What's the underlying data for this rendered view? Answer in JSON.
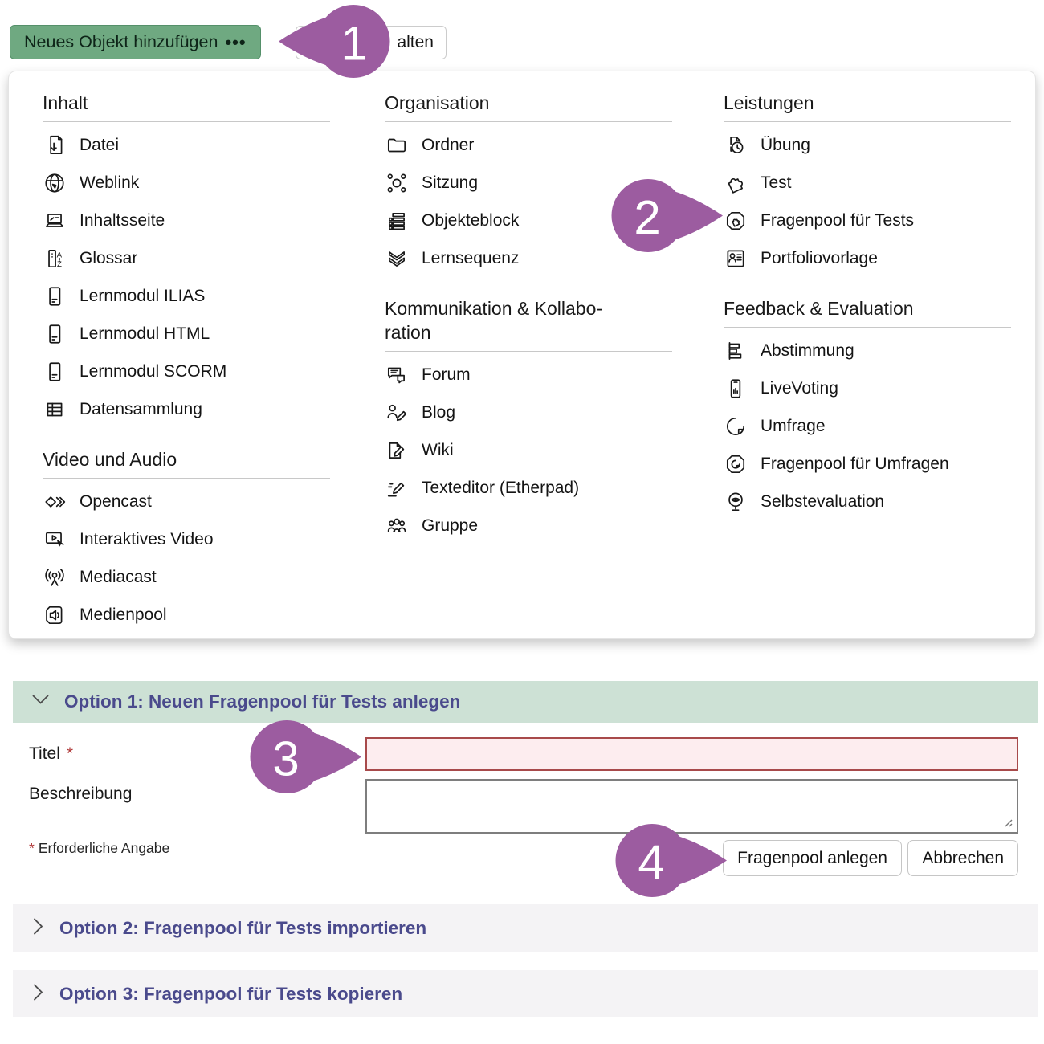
{
  "toolbar": {
    "add_object_label": "Neues Objekt hinzufügen",
    "add_object_dots": "•••",
    "secondary_button_visible_label": "alten"
  },
  "menu": {
    "columns": [
      {
        "sections": [
          {
            "title": "Inhalt",
            "items": [
              {
                "icon": "file-download",
                "label": "Datei"
              },
              {
                "icon": "globe",
                "label": "Weblink"
              },
              {
                "icon": "content-page",
                "label": "Inhaltsseite"
              },
              {
                "icon": "glossary",
                "label": "Glossar"
              },
              {
                "icon": "learning-module",
                "label": "Lernmodul ILIAS"
              },
              {
                "icon": "learning-module",
                "label": "Lernmodul HTML"
              },
              {
                "icon": "learning-module",
                "label": "Lernmodul SCORM"
              },
              {
                "icon": "data-table",
                "label": "Datensammlung"
              }
            ]
          },
          {
            "title": "Video und Audio",
            "items": [
              {
                "icon": "opencast",
                "label": "Opencast"
              },
              {
                "icon": "interactive-video",
                "label": "Interaktives Video"
              },
              {
                "icon": "broadcast",
                "label": "Mediacast"
              },
              {
                "icon": "media-pool",
                "label": "Medienpool"
              }
            ]
          }
        ]
      },
      {
        "sections": [
          {
            "title": "Organisation",
            "items": [
              {
                "icon": "folder",
                "label": "Ordner"
              },
              {
                "icon": "session",
                "label": "Sitzung"
              },
              {
                "icon": "item-block",
                "label": "Objekteblock"
              },
              {
                "icon": "learning-sequence",
                "label": "Lernsequenz"
              }
            ]
          },
          {
            "title": "Kommunikation & Kollabo-\nration",
            "items": [
              {
                "icon": "forum",
                "label": "Forum"
              },
              {
                "icon": "blog",
                "label": "Blog"
              },
              {
                "icon": "wiki",
                "label": "Wiki"
              },
              {
                "icon": "text-editor",
                "label": "Texteditor (Etherpad)"
              },
              {
                "icon": "group",
                "label": "Gruppe"
              }
            ]
          }
        ]
      },
      {
        "sections": [
          {
            "title": "Leistungen",
            "items": [
              {
                "icon": "exercise",
                "label": "Übung"
              },
              {
                "icon": "puzzle",
                "label": "Test"
              },
              {
                "icon": "question-pool-test",
                "label": "Fragenpool für Tests"
              },
              {
                "icon": "portfolio-template",
                "label": "Portfoliovorlage"
              }
            ]
          },
          {
            "title": "Feedback & Evaluation",
            "items": [
              {
                "icon": "poll",
                "label": "Abstimmung"
              },
              {
                "icon": "live-voting",
                "label": "LiveVoting"
              },
              {
                "icon": "survey",
                "label": "Umfrage"
              },
              {
                "icon": "question-pool-survey",
                "label": "Fragenpool für Umfragen"
              },
              {
                "icon": "self-evaluation",
                "label": "Selbstevaluation"
              }
            ]
          }
        ]
      }
    ]
  },
  "form": {
    "option1_title": "Option 1: Neuen Fragenpool für Tests anlegen",
    "option2_title": "Option 2: Fragenpool für Tests importieren",
    "option3_title": "Option 3: Fragenpool für Tests kopieren",
    "title_label": "Titel",
    "title_value": "",
    "description_label": "Beschreibung",
    "description_value": "",
    "required_marker": "*",
    "required_note": "Erforderliche Angabe",
    "submit_label": "Fragenpool anlegen",
    "cancel_label": "Abbrechen"
  },
  "callouts": [
    {
      "number": "1",
      "target": "Neues Objekt hinzufügen button"
    },
    {
      "number": "2",
      "target": "Fragenpool für Tests menu item"
    },
    {
      "number": "3",
      "target": "Titel input field"
    },
    {
      "number": "4",
      "target": "Fragenpool anlegen button"
    }
  ],
  "colors": {
    "button_green": "#6fa981",
    "option1_green": "#cde1d5",
    "option_gray": "#f4f3f5",
    "heading_indigo": "#4a4a8c",
    "error_field_bg": "#fdedef",
    "error_field_border": "#a84a4b",
    "callout_purple": "#9c5ca0",
    "required_red": "#b03a3a"
  }
}
